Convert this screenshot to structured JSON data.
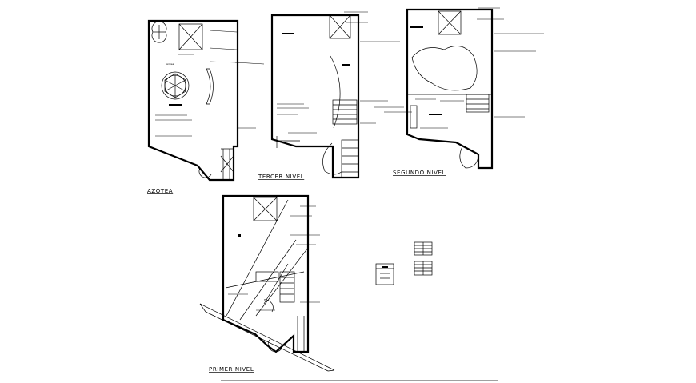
{
  "plans": {
    "azotea": {
      "label": "AZOTEA",
      "room_label": "Azotea"
    },
    "tercer": {
      "label": "TERCER NIVEL"
    },
    "segundo": {
      "label": "SEGUNDO NIVEL"
    },
    "primer": {
      "label": "PRIMER NIVEL"
    }
  },
  "colors": {
    "background": "#ffffff",
    "lines": "#000000"
  }
}
